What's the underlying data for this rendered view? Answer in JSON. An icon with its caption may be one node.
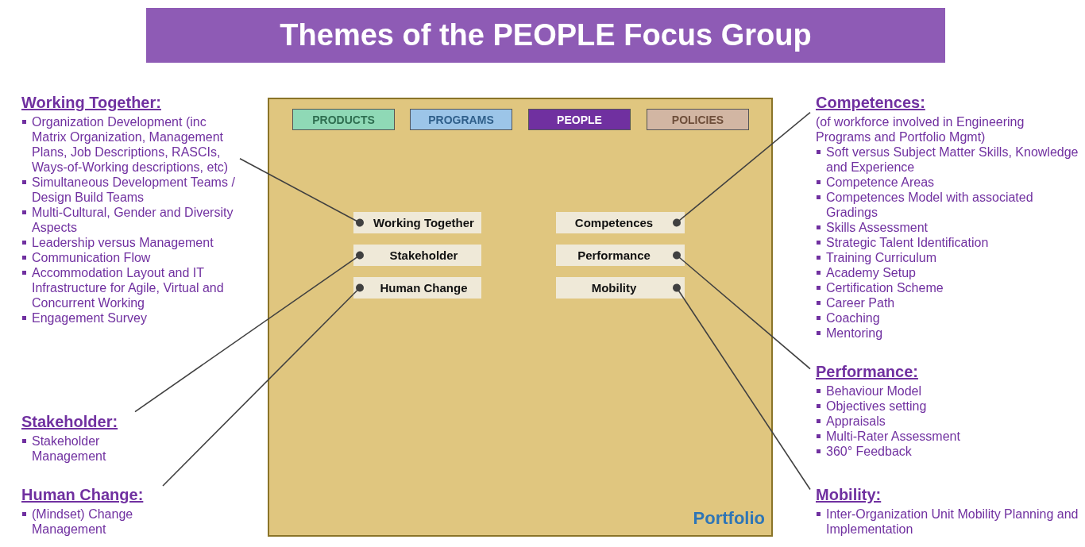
{
  "diagram": {
    "title": "Themes of the PEOPLE Focus Group",
    "nodes": [
      {
        "text": [
          "Portfolio"
        ]
      },
      {
        "text": [
          "PRODUCTS"
        ],
        "in": 0
      },
      {
        "text": [
          "PROGRAMS"
        ],
        "in": 0
      },
      {
        "text": [
          "PEOPLE"
        ],
        "in": 0
      },
      {
        "text": [
          "POLICIES"
        ],
        "in": 0
      },
      {
        "text": [
          "Working Together"
        ],
        "in": 0
      },
      {
        "text": [
          "Stakeholder"
        ],
        "in": 0
      },
      {
        "text": [
          "Human Change"
        ],
        "in": 0
      },
      {
        "text": [
          "Competences"
        ],
        "in": 0
      },
      {
        "text": [
          "Performance"
        ],
        "in": 0
      },
      {
        "text": [
          "Mobility"
        ],
        "in": 0
      },
      {
        "text": [
          "Working Together:",
          "Organization Development (inc Matrix Organization, Management Plans, Job Descriptions, RASCIs, Ways-of-Working descriptions, etc)",
          "Simultaneous Development Teams / Design Build Teams",
          "Multi-Cultural, Gender and Diversity Aspects",
          "Leadership versus Management",
          "Communication Flow",
          "Accommodation Layout and IT Infrastructure for Agile, Virtual and Concurrent Working",
          "Engagement Survey"
        ]
      },
      {
        "text": [
          "Stakeholder:",
          "Stakeholder Management"
        ]
      },
      {
        "text": [
          "Human Change:",
          "(Mindset) Change Management"
        ]
      },
      {
        "text": [
          "Competences:",
          "(of workforce involved in Engineering Programs and Portfolio Mgmt)",
          "Soft versus Subject Matter Skills, Knowledge and Experience",
          "Competence Areas",
          "Competences Model with associated Gradings",
          "Skills Assessment",
          "Strategic Talent Identification",
          "Training Curriculum",
          "Academy Setup",
          "Certification Scheme",
          "Career Path",
          "Coaching",
          "Mentoring"
        ]
      },
      {
        "text": [
          "Performance:",
          "Behaviour Model",
          "Objectives setting",
          "Appraisals",
          "Multi-Rater Assessment",
          "360° Feedback"
        ]
      },
      {
        "text": [
          "Mobility:",
          "Inter-Organization Unit Mobility Planning and Implementation"
        ]
      }
    ],
    "edges": [
      {
        "from": 11,
        "to": 5,
        "arrow": "other"
      },
      {
        "from": 12,
        "to": 6,
        "arrow": "other"
      },
      {
        "from": 13,
        "to": 7,
        "arrow": "other"
      },
      {
        "from": 14,
        "to": 8,
        "arrow": "other"
      },
      {
        "from": 15,
        "to": 9,
        "arrow": "other"
      },
      {
        "from": 16,
        "to": 10,
        "arrow": "other"
      }
    ]
  }
}
